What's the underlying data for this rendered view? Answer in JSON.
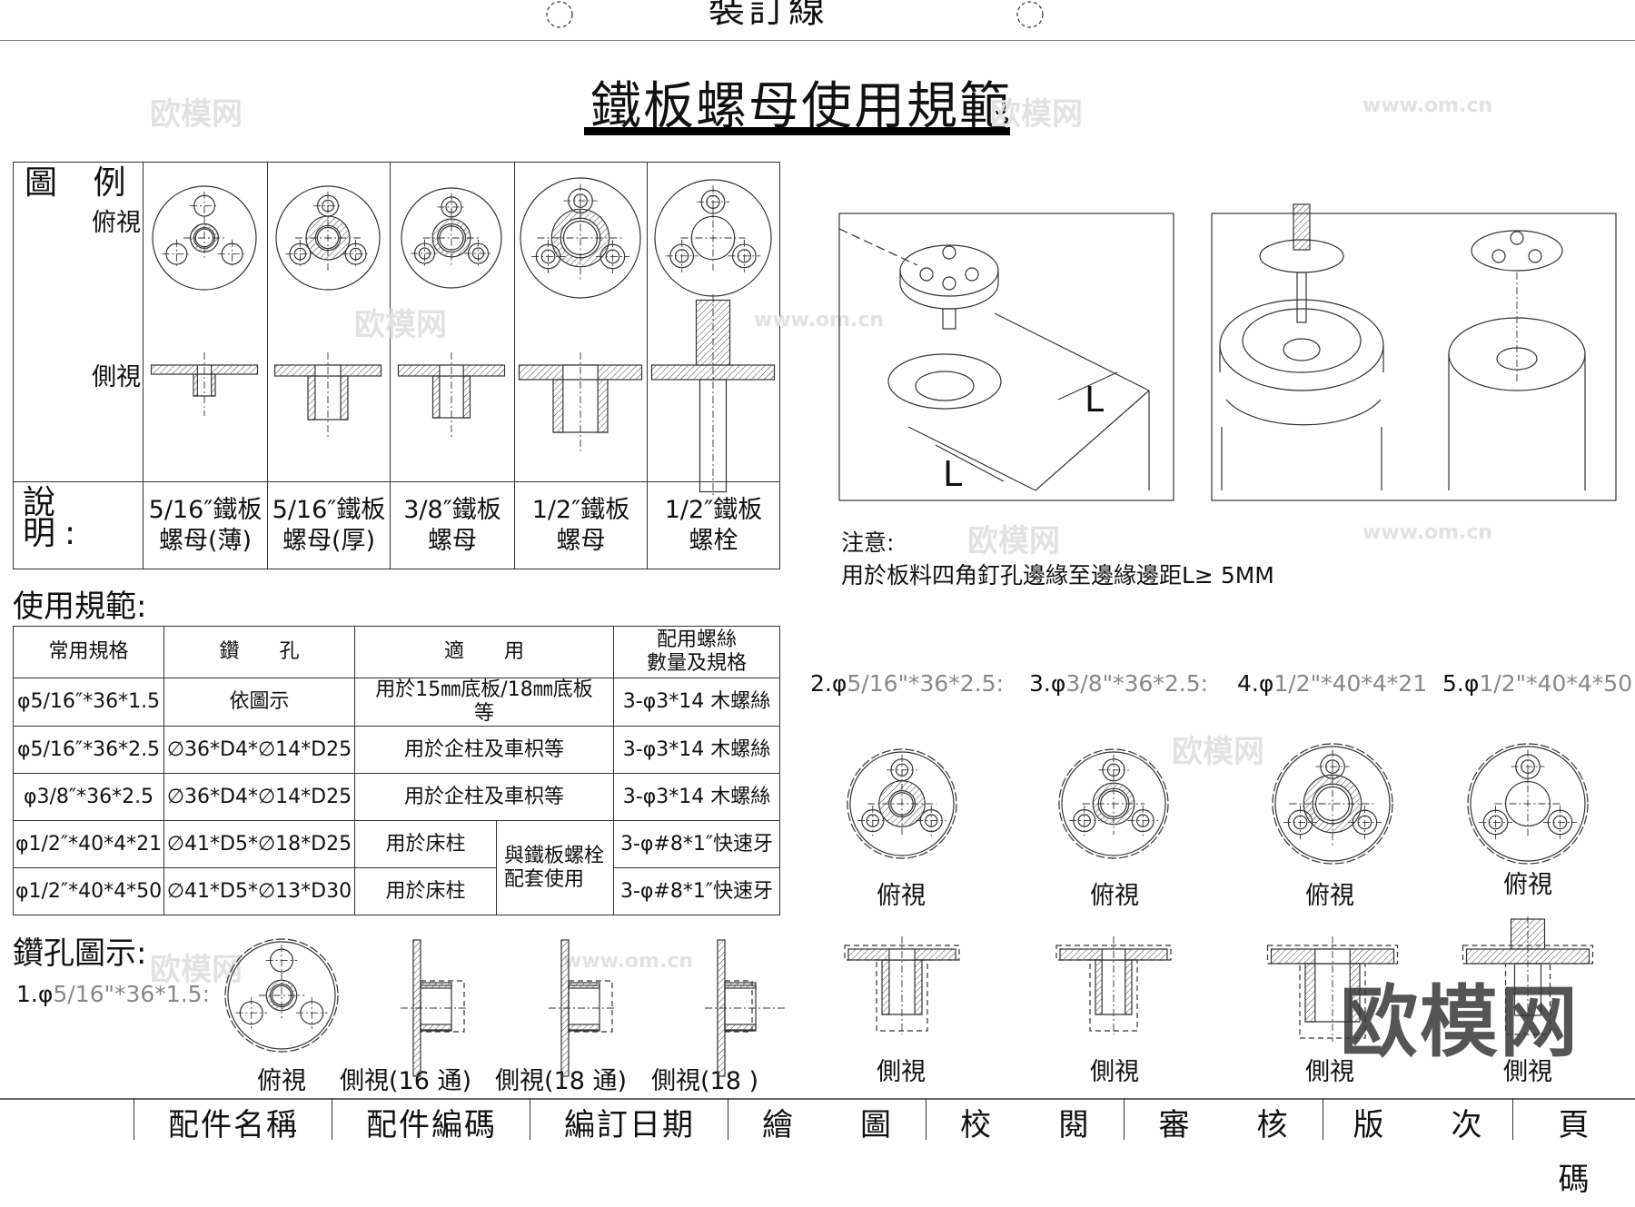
{
  "binding_line": "裝訂線",
  "title": "鐵板螺母使用規範",
  "legend": {
    "title": "圖 例",
    "top_view": "俯視",
    "side_view": "側視",
    "desc_label": "說 明:",
    "items": [
      {
        "line1": "5/16″鐵板",
        "line2": "螺母(薄)"
      },
      {
        "line1": "5/16″鐵板",
        "line2": "螺母(厚)"
      },
      {
        "line1": "3/8″鐵板",
        "line2": "螺母"
      },
      {
        "line1": "1/2″鐵板",
        "line2": "螺母"
      },
      {
        "line1": "1/2″鐵板",
        "line2": "螺栓"
      }
    ]
  },
  "usage": {
    "heading": "使用規範:",
    "headers": {
      "spec": "常用規格",
      "drill": "鑽　　孔",
      "use": "適　　用",
      "screw_l1": "配用螺絲",
      "screw_l2": "數量及規格"
    },
    "rows": [
      {
        "spec": "φ5/16″*36*1.5",
        "drill": "依圖示",
        "use": "用於15㎜底板/18㎜底板等",
        "screw": "3-φ3*14  木螺絲"
      },
      {
        "spec": "φ5/16″*36*2.5",
        "drill": "∅36*D4*∅14*D25",
        "use": "用於企柱及車枳等",
        "screw": "3-φ3*14  木螺絲"
      },
      {
        "spec": "φ3/8″*36*2.5",
        "drill": "∅36*D4*∅14*D25",
        "use": "用於企柱及車枳等",
        "screw": "3-φ3*14  木螺絲"
      },
      {
        "spec": "φ1/2″*40*4*21",
        "drill": "∅41*D5*∅18*D25",
        "use": "用於床柱",
        "screw": "3-φ#8*1″快速牙"
      },
      {
        "spec": "φ1/2″*40*4*50",
        "drill": "∅41*D5*∅13*D30",
        "use": "用於床柱",
        "screw": "3-φ#8*1″快速牙"
      }
    ],
    "merged_use_l1": "與鐵板螺栓",
    "merged_use_l2": "配套使用"
  },
  "note": {
    "label": "注意:",
    "text": "用於板料四角釘孔邊緣至邊緣邊距L≥ 5MM",
    "dim_label": "L"
  },
  "drill": {
    "heading": "鑽孔圖示:",
    "item1": {
      "prefix": "1.φ",
      "spec": "5/16\"*36*1.5:"
    },
    "item1_labels": [
      "俯視",
      "側視(16 通)",
      "側視(18 通)",
      "側視(18 )"
    ],
    "items": [
      {
        "prefix": "2.φ",
        "spec": "5/16\"*36*2.5:",
        "top": "俯視",
        "side": "側視"
      },
      {
        "prefix": "3.φ",
        "spec": "3/8\"*36*2.5:",
        "top": "俯視",
        "side": "側視"
      },
      {
        "prefix": "4.φ",
        "spec": "1/2\"*40*4*21",
        "top": "俯視",
        "side": "側視"
      },
      {
        "prefix": "5.φ",
        "spec": "1/2\"*40*4*50",
        "top": "俯視",
        "side": "側視"
      }
    ]
  },
  "title_block": [
    "配件名稱",
    "配件編碼",
    "編訂日期",
    "繪　　圖",
    "校　　閱",
    "審　　核",
    "版　　次",
    "頁　　碼"
  ],
  "watermark": {
    "logo": "欧模网",
    "url": "www.om.cn"
  },
  "colors": {
    "line": "#333333",
    "spec_gray": "#888888",
    "hatch": "#444444"
  }
}
